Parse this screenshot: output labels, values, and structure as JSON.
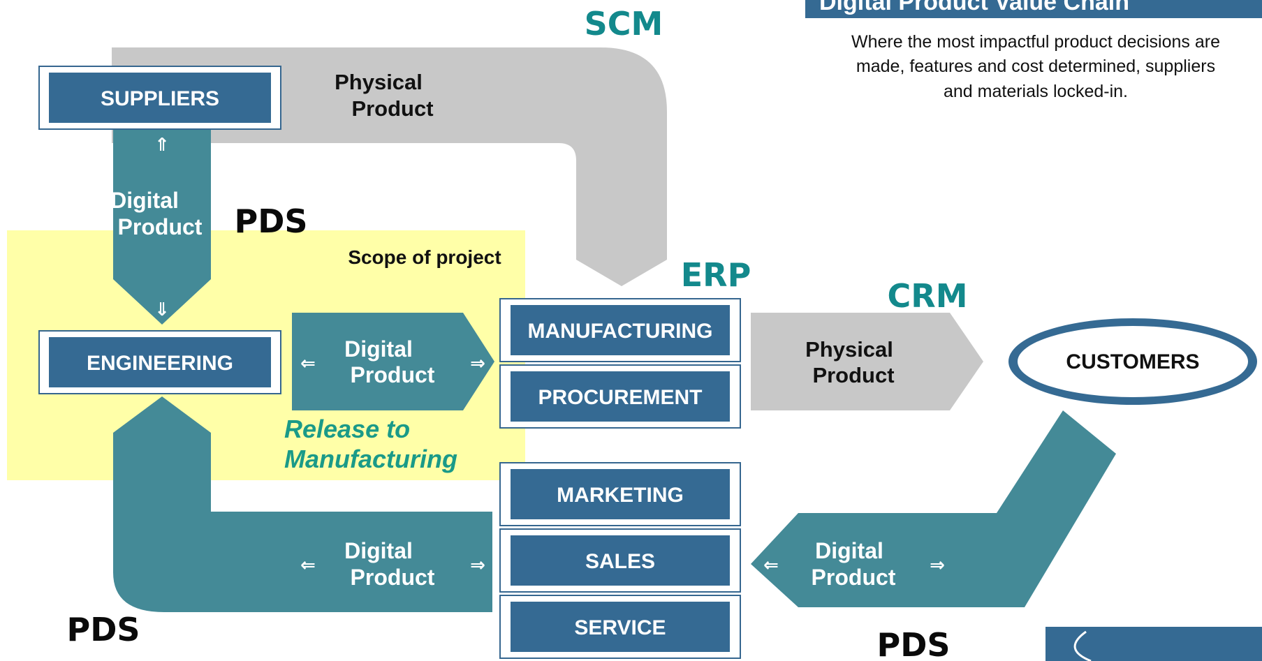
{
  "title": "Digital Product Value Chain",
  "description": [
    "Where the most impactful product decisions are",
    "made, features and cost determined, suppliers",
    "and materials locked-in."
  ],
  "systems": {
    "scm": "SCM",
    "erp": "ERP",
    "crm": "CRM",
    "pds": "PDS"
  },
  "boxes": {
    "suppliers": "SUPPLIERS",
    "engineering": "ENGINEERING",
    "manufacturing": "MANUFACTURING",
    "procurement": "PROCUREMENT",
    "marketing": "MARKETING",
    "sales": "SALES",
    "service": "SERVICE",
    "customers": "CUSTOMERS"
  },
  "flows": {
    "physical_product": [
      "Physical",
      "Product"
    ],
    "digital_product": [
      "Digital",
      "Product"
    ]
  },
  "scope_label": "Scope of project",
  "release_label": [
    "Release to",
    "Manufacturing"
  ],
  "arrows": {
    "up": "⇑",
    "down": "⇓",
    "left": "⇐",
    "right": "⇒"
  },
  "colors": {
    "teal_flow": "#448a97",
    "gray_flow": "#c8c8c8",
    "box_blue": "#356a93",
    "system_teal": "#13898c",
    "scope_yellow": "#ffff99"
  }
}
